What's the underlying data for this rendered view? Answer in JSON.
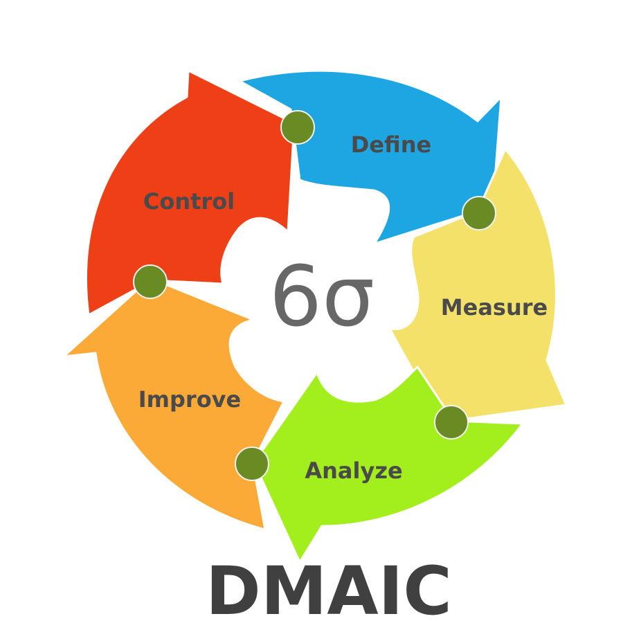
{
  "center_symbol": "6σ",
  "title": "DMAIC",
  "colors": {
    "text": "#4a4a4a",
    "title": "#404040",
    "center": "#676767",
    "node": "#6a8a24",
    "node_border": "#f2f2f2"
  },
  "segments": [
    {
      "label": "Define",
      "color": "#1ea6e2"
    },
    {
      "label": "Measure",
      "color": "#f3e16a"
    },
    {
      "label": "Analyze",
      "color": "#a3ee1d"
    },
    {
      "label": "Improve",
      "color": "#fba937"
    },
    {
      "label": "Control",
      "color": "#ee3f16"
    }
  ]
}
